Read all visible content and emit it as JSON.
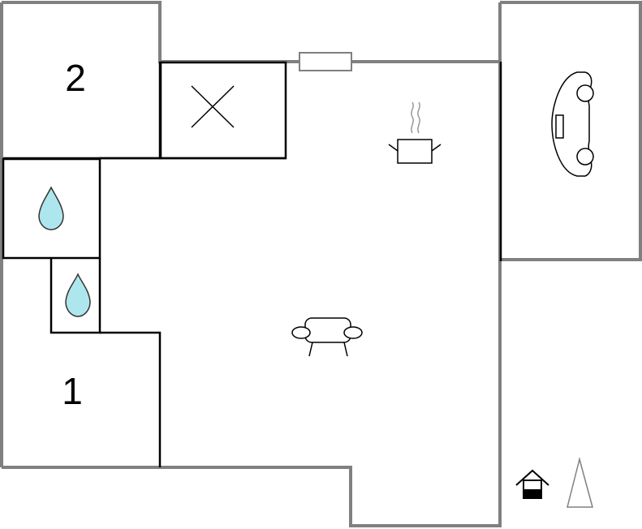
{
  "floorplan": {
    "rooms": [
      {
        "id": "bedroom-2",
        "label": "2"
      },
      {
        "id": "bedroom-1",
        "label": "1"
      }
    ],
    "icons": {
      "cross_box": "cross-icon",
      "water_drop_large": "water-drop-icon",
      "water_drop_small": "water-drop-icon",
      "kitchen": "cooking-pot-icon",
      "living": "sofa-icon",
      "garage": "car-icon",
      "entrance": "entrance-house-icon",
      "north": "north-arrow-icon",
      "window": "window-icon"
    },
    "colors": {
      "outer_wall": "#808080",
      "inner_wall": "#000000",
      "water": "#aee6ee",
      "background": "#ffffff"
    }
  }
}
